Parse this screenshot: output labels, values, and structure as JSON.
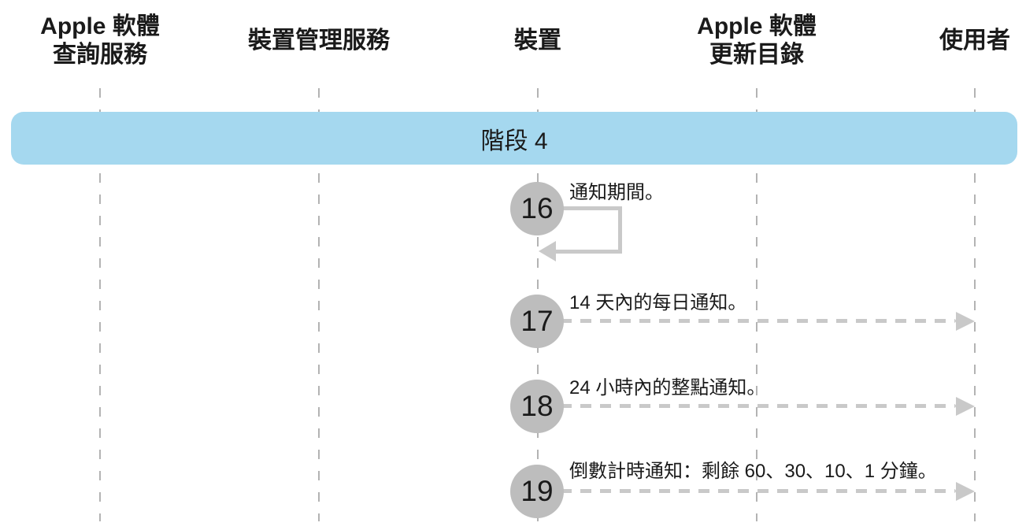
{
  "colors": {
    "banner_blue": "#A5D8EF",
    "circle_gray": "#BDBDBD",
    "arrow_gray": "#C9C9C9",
    "lifeline_gray": "#B3B3B3",
    "text_dark": "#1A1A1A"
  },
  "lifelines": [
    {
      "line1": "Apple 軟體",
      "line2": "查詢服務"
    },
    {
      "line1": "裝置管理服務",
      "line2": ""
    },
    {
      "line1": "裝置",
      "line2": ""
    },
    {
      "line1": "Apple 軟體",
      "line2": "更新目錄"
    },
    {
      "line1": "使用者",
      "line2": ""
    }
  ],
  "phase": {
    "label": "階段 4"
  },
  "steps": [
    {
      "number": "16",
      "label": "通知期間。",
      "arrow": "self-loop"
    },
    {
      "number": "17",
      "label": "14 天內的每日通知。",
      "arrow": "dashed-to-user"
    },
    {
      "number": "18",
      "label": "24 小時內的整點通知。",
      "arrow": "dashed-to-user"
    },
    {
      "number": "19",
      "label": "倒數計時通知：剩餘 60、30、10、1 分鐘。",
      "arrow": "dashed-to-user"
    }
  ]
}
